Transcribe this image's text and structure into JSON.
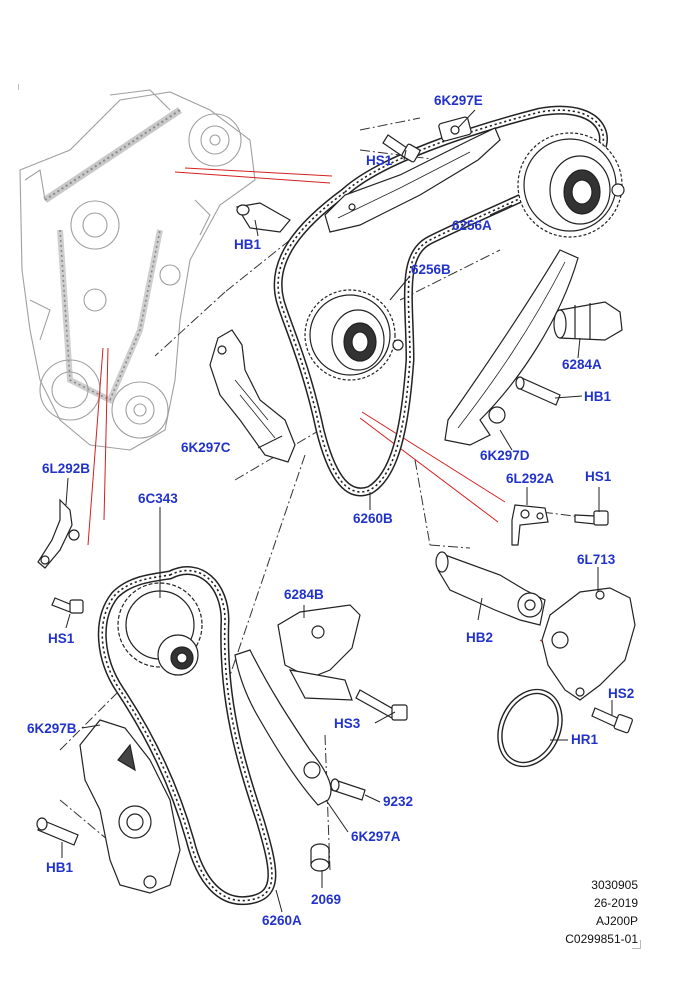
{
  "labels": {
    "p6K297E": "6K297E",
    "pHS1_top": "HS1",
    "p6256A": "6256A",
    "pHB1_a": "HB1",
    "p6256B": "6256B",
    "p6284A": "6284A",
    "pHB1_b": "HB1",
    "p6K297C": "6K297C",
    "p6K297D": "6K297D",
    "p6L292B": "6L292B",
    "p6C343": "6C343",
    "p6260B": "6260B",
    "p6L292A": "6L292A",
    "pHS1_right": "HS1",
    "pHS1_left": "HS1",
    "p6L713": "6L713",
    "p6284B": "6284B",
    "pHB2": "HB2",
    "p6K297B": "6K297B",
    "pHS3": "HS3",
    "pHS2": "HS2",
    "pHR1": "HR1",
    "p9232": "9232",
    "p6K297A": "6K297A",
    "pHB1_c": "HB1",
    "p2069": "2069",
    "p6260A": "6260A"
  },
  "reference": {
    "line1": "3030905",
    "line2": "26-2019",
    "line3": "AJ200P",
    "line4": "C0299851-01"
  },
  "colors": {
    "label": "#2233cc",
    "leader": "#222222",
    "callout": "#d42020",
    "ghost": "#9a9a9a"
  }
}
